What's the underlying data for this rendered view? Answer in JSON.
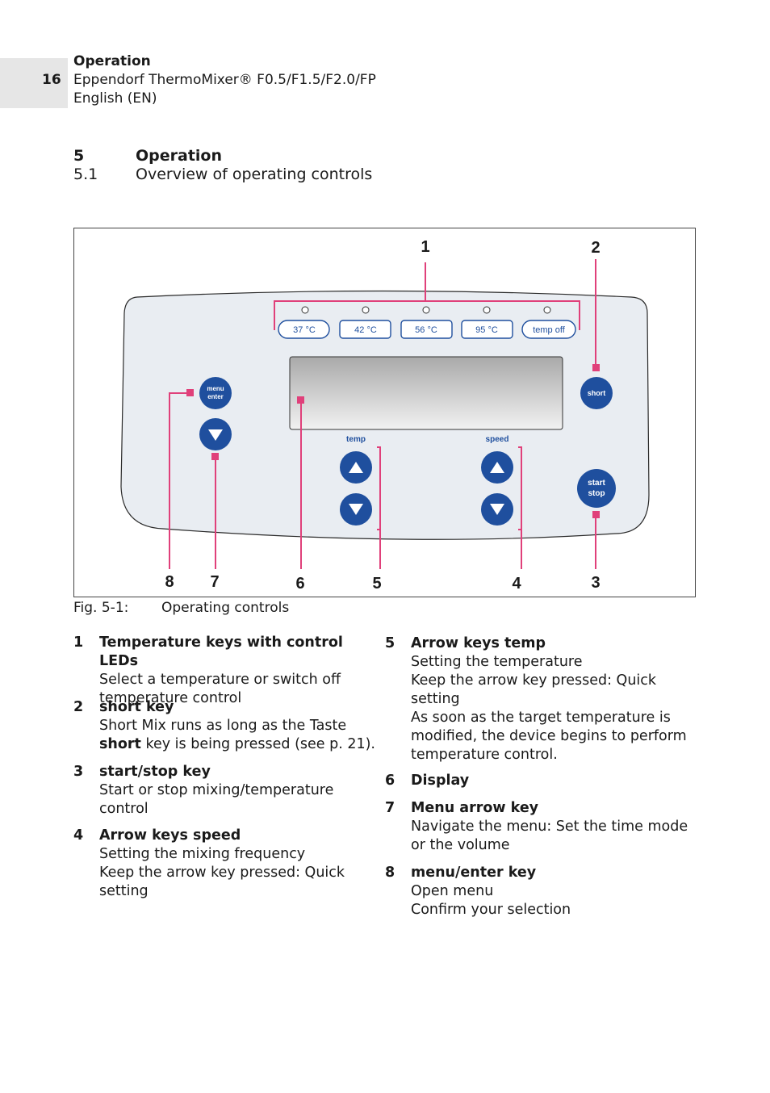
{
  "header": {
    "page_number": "16",
    "section": "Operation",
    "product": "Eppendorf ThermoMixer® F0.5/F1.5/F2.0/FP",
    "language": "English (EN)"
  },
  "heading": {
    "chapter_num": "5",
    "chapter_title": "Operation",
    "sub_num": "5.1",
    "sub_title": "Overview of operating controls"
  },
  "figure": {
    "temp_keys": [
      "37 °C",
      "42 °C",
      "56 °C",
      "95 °C",
      "temp off"
    ],
    "menu_key": [
      "menu",
      "enter"
    ],
    "short_key": "short",
    "start_key": [
      "start",
      "stop"
    ],
    "temp_label": "temp",
    "speed_label": "speed",
    "callouts": [
      "1",
      "2",
      "3",
      "4",
      "5",
      "6",
      "7",
      "8"
    ],
    "caption_label": "Fig. 5-1:",
    "caption_text": "Operating controls",
    "colors": {
      "callout": "#e0407a",
      "key_blue": "#1f4f9e",
      "panel": "#e9edf2"
    }
  },
  "legend_left": [
    {
      "num": "1",
      "title": "Temperature keys with control LEDs",
      "lines": [
        "Select a temperature or switch off",
        "temperature control"
      ]
    },
    {
      "num": "2",
      "title": "short key",
      "lines": [
        "Short Mix runs as long as the Taste"
      ],
      "rich_pre": "short",
      "rich_post": " key is being pressed (see p. 21)."
    },
    {
      "num": "3",
      "title": "start/stop key",
      "lines": [
        "Start or stop mixing/temperature",
        "control"
      ]
    },
    {
      "num": "4",
      "title": "Arrow keys speed",
      "lines": [
        "Setting the mixing frequency",
        "Keep the arrow key pressed: Quick",
        "setting"
      ]
    }
  ],
  "legend_right": [
    {
      "num": "5",
      "title": "Arrow keys temp",
      "lines": [
        "Setting the temperature",
        "Keep the arrow key pressed: Quick",
        "setting",
        "As soon as the target temperature is",
        "modified, the device begins to perform",
        "temperature control."
      ]
    },
    {
      "num": "6",
      "title": "Display",
      "lines": []
    },
    {
      "num": "7",
      "title": "Menu arrow key",
      "lines": [
        "Navigate the menu: Set the time mode",
        "or the volume"
      ]
    },
    {
      "num": "8",
      "title": "menu/enter key",
      "lines": [
        "Open menu",
        "Confirm your selection"
      ]
    }
  ]
}
